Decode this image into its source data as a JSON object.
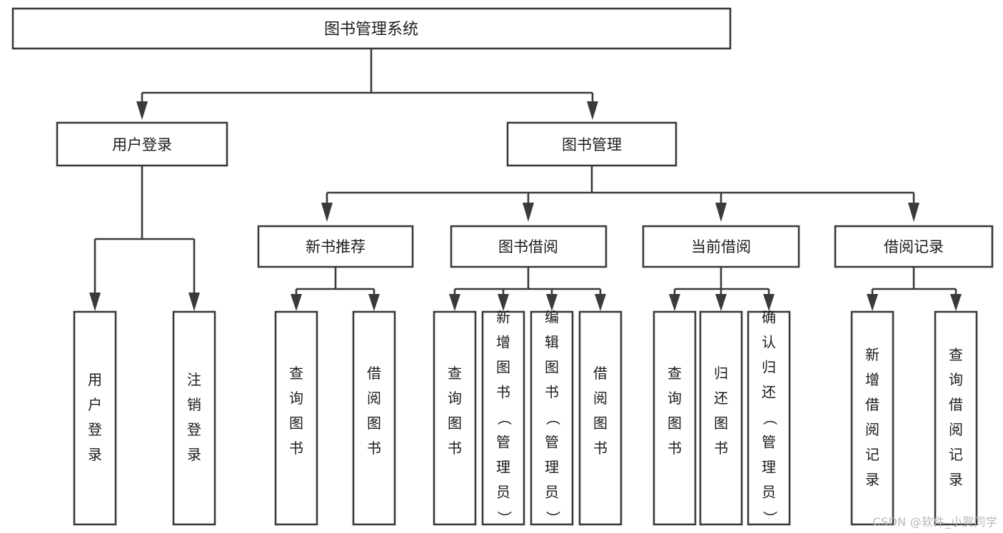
{
  "diagram": {
    "title": "图书管理系统",
    "type": "tree-hierarchy-chart",
    "colors": {
      "box_stroke": "#3a3a3a",
      "box_fill": "#ffffff",
      "connector": "#3a3a3a",
      "text": "#1b1b1b",
      "watermark": "#b8b8b8",
      "background": "#ffffff"
    },
    "root": {
      "label": "图书管理系统"
    },
    "level1": [
      {
        "id": "user-login",
        "label": "用户登录"
      },
      {
        "id": "book-manage",
        "label": "图书管理"
      }
    ],
    "level2": [
      {
        "id": "new-book-recommend",
        "label": "新书推荐",
        "parent": "book-manage"
      },
      {
        "id": "book-borrow",
        "label": "图书借阅",
        "parent": "book-manage"
      },
      {
        "id": "current-borrow",
        "label": "当前借阅",
        "parent": "book-manage"
      },
      {
        "id": "borrow-record",
        "label": "借阅记录",
        "parent": "book-manage"
      }
    ],
    "leaves": {
      "user-login": [
        {
          "id": "leaf-user-login",
          "label": "用户登录"
        },
        {
          "id": "leaf-logout-login",
          "label": "注销登录"
        }
      ],
      "new-book-recommend": [
        {
          "id": "leaf-query-book-1",
          "label": "查询图书"
        },
        {
          "id": "leaf-borrow-book-1",
          "label": "借阅图书"
        }
      ],
      "book-borrow": [
        {
          "id": "leaf-query-book-2",
          "label": "查询图书"
        },
        {
          "id": "leaf-add-book",
          "label": "新增图书（管理员）"
        },
        {
          "id": "leaf-edit-book",
          "label": "编辑图书（管理员）"
        },
        {
          "id": "leaf-borrow-book-2",
          "label": "借阅图书"
        }
      ],
      "current-borrow": [
        {
          "id": "leaf-query-book-3",
          "label": "查询图书"
        },
        {
          "id": "leaf-return-book",
          "label": "归还图书"
        },
        {
          "id": "leaf-confirm-return",
          "label": "确认归还（管理员）"
        }
      ],
      "borrow-record": [
        {
          "id": "leaf-add-record",
          "label": "新增借阅记录"
        },
        {
          "id": "leaf-query-record",
          "label": "查询借阅记录"
        }
      ]
    }
  },
  "watermark": {
    "text": "CSDN @软件_小贺同学"
  }
}
